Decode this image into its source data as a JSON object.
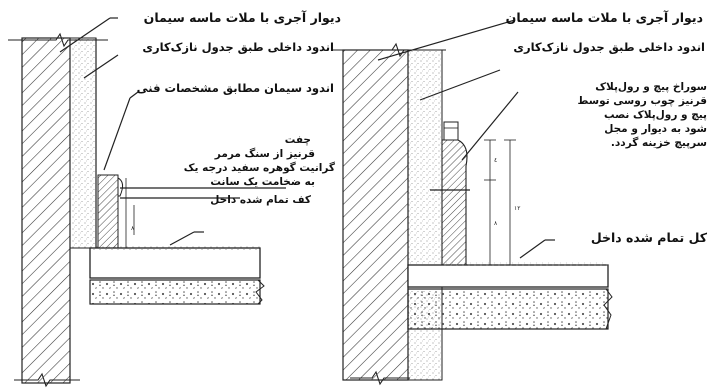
{
  "left_detail": {
    "wall_label": "دیوار آجری با ملات ماسه سیمان",
    "plaster_label": "اندود داخلی طبق جدول نازک‌کاری",
    "cement_label": "اندود سیمان مطابق مشخصات فنی",
    "joint_label": "چفت",
    "cornice_label": "قرنیز از سنگ مرمر",
    "stone_label": "گرانیت گوهره سفید درجه یک",
    "thickness_label": "به ضخامت یک سانت",
    "floor_label": "کف تمام شده داخل"
  },
  "right_detail": {
    "wall_label": "دیوار آجری با ملات ماسه سیمان",
    "plaster_label": "اندود داخلی طبق جدول نازک‌کاری",
    "note_lines": [
      "سوراخ پیچ و رول‌پلاک",
      "قرنیز چوب روسی توسط",
      "پیچ و رول‌پلاک نصب",
      "شود به دیوار و مجل",
      "سرپیچ خزینه گردد."
    ],
    "floor_label": "کل تمام شده داخل"
  }
}
